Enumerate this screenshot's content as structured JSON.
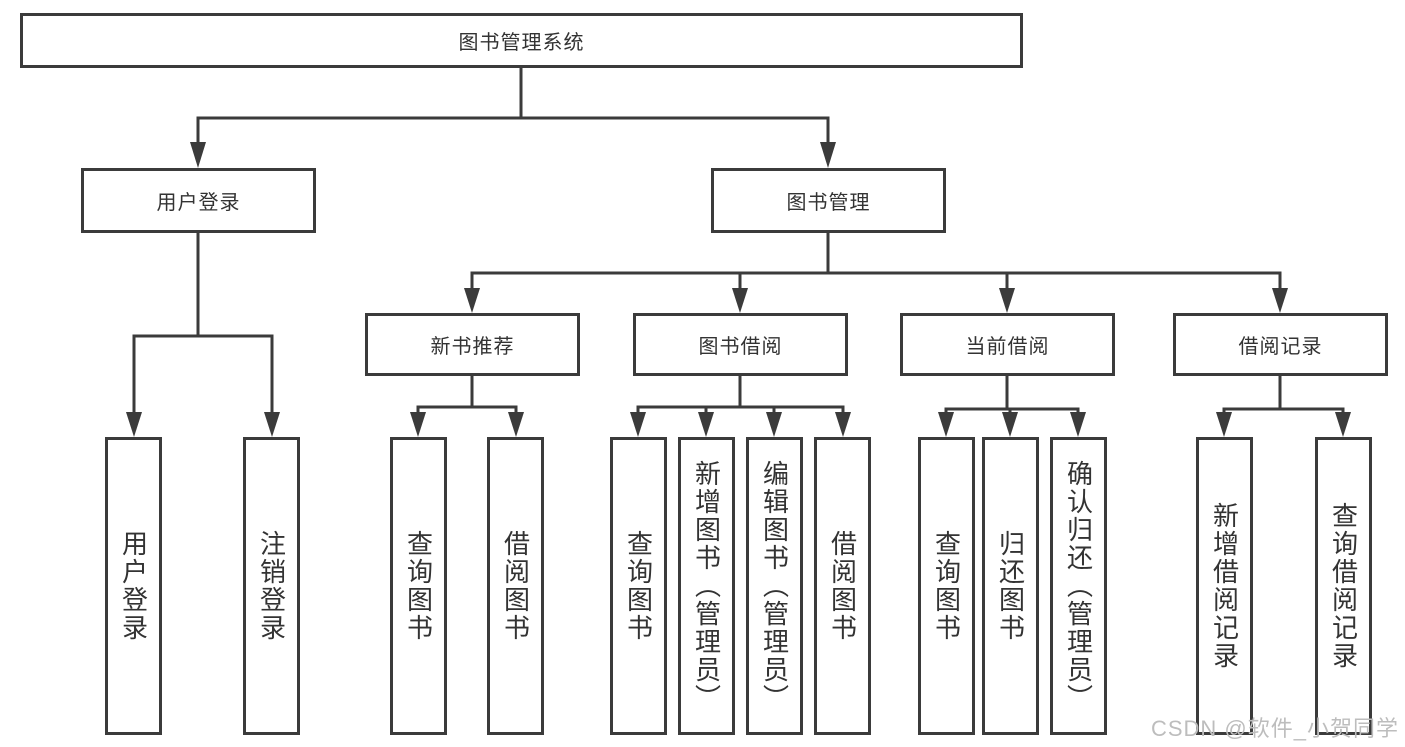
{
  "tree": {
    "root": {
      "label": "图书管理系统"
    },
    "branches": [
      {
        "label": "用户登录",
        "children": [
          {
            "label": "用户登录"
          },
          {
            "label": "注销登录"
          }
        ]
      },
      {
        "label": "图书管理",
        "children": [
          {
            "label": "新书推荐",
            "children": [
              {
                "label": "查询图书"
              },
              {
                "label": "借阅图书"
              }
            ]
          },
          {
            "label": "图书借阅",
            "children": [
              {
                "label": "查询图书"
              },
              {
                "label": "新增图书（管理员）"
              },
              {
                "label": "编辑图书（管理员）"
              },
              {
                "label": "借阅图书"
              }
            ]
          },
          {
            "label": "当前借阅",
            "children": [
              {
                "label": "查询图书"
              },
              {
                "label": "归还图书"
              },
              {
                "label": "确认归还（管理员）"
              }
            ]
          },
          {
            "label": "借阅记录",
            "children": [
              {
                "label": "新增借阅记录"
              },
              {
                "label": "查询借阅记录"
              }
            ]
          }
        ]
      }
    ]
  },
  "watermark": "CSDN @软件_小贺同学",
  "colors": {
    "line": "#3b3b3b",
    "text": "#333333",
    "background": "#ffffff",
    "watermark": "#bdbdbd"
  }
}
